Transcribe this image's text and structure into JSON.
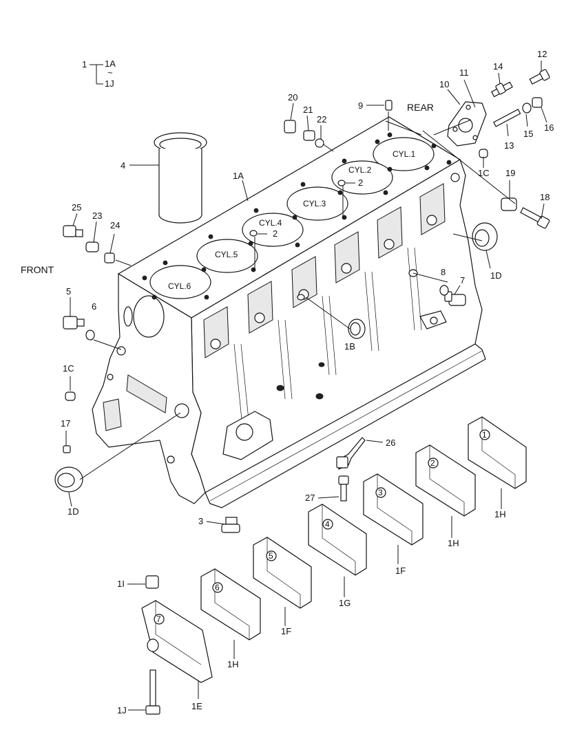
{
  "legend": {
    "root": "1",
    "from": "1A",
    "sep": "~",
    "to": "1J"
  },
  "directions": {
    "front": "FRONT",
    "rear": "REAR"
  },
  "cylinders": [
    "CYL.1",
    "CYL.2",
    "CYL.3",
    "CYL.4",
    "CYL.5",
    "CYL.6"
  ],
  "caps": [
    "1",
    "2",
    "3",
    "4",
    "5",
    "6",
    "7"
  ],
  "labels": {
    "p1A": "1A",
    "p1B": "1B",
    "p1C_top": "1C",
    "p1C_left": "1C",
    "p1D_right": "1D",
    "p1D_left": "1D",
    "p1E": "1E",
    "p1F_a": "1F",
    "p1F_b": "1F",
    "p1G": "1G",
    "p1H_a": "1H",
    "p1H_b": "1H",
    "p1H_c": "1H",
    "p1I": "1I",
    "p1J": "1J",
    "p2a": "2",
    "p2b": "2",
    "p3": "3",
    "p4": "4",
    "p5": "5",
    "p6": "6",
    "p7": "7",
    "p8": "8",
    "p9": "9",
    "p10": "10",
    "p11": "11",
    "p12": "12",
    "p13": "13",
    "p14": "14",
    "p15": "15",
    "p16": "16",
    "p17": "17",
    "p18": "18",
    "p19": "19",
    "p20": "20",
    "p21": "21",
    "p22": "22",
    "p23": "23",
    "p24": "24",
    "p25": "25",
    "p26": "26",
    "p27": "27"
  }
}
